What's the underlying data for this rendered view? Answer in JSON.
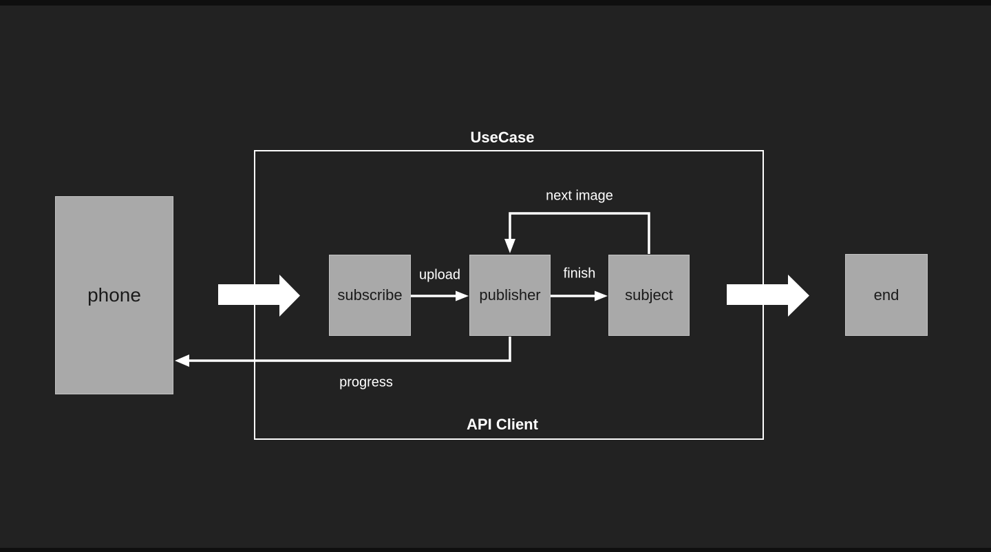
{
  "diagram": {
    "frame_title": "UseCase",
    "frame_subtitle": "API Client",
    "nodes": {
      "phone": "phone",
      "subscribe": "subscribe",
      "publisher": "publisher",
      "subject": "subject",
      "end": "end"
    },
    "edges": {
      "upload": "upload",
      "finish": "finish",
      "next_image": "next image",
      "progress": "progress"
    },
    "colors": {
      "background": "#222222",
      "letterbox": "#0f0f0f",
      "frame_border": "#ffffff",
      "node_fill": "#a9a9a9",
      "node_border": "#c3c3c3",
      "node_text": "#1a1a1a",
      "wire": "#ffffff",
      "label": "#ffffff"
    }
  }
}
